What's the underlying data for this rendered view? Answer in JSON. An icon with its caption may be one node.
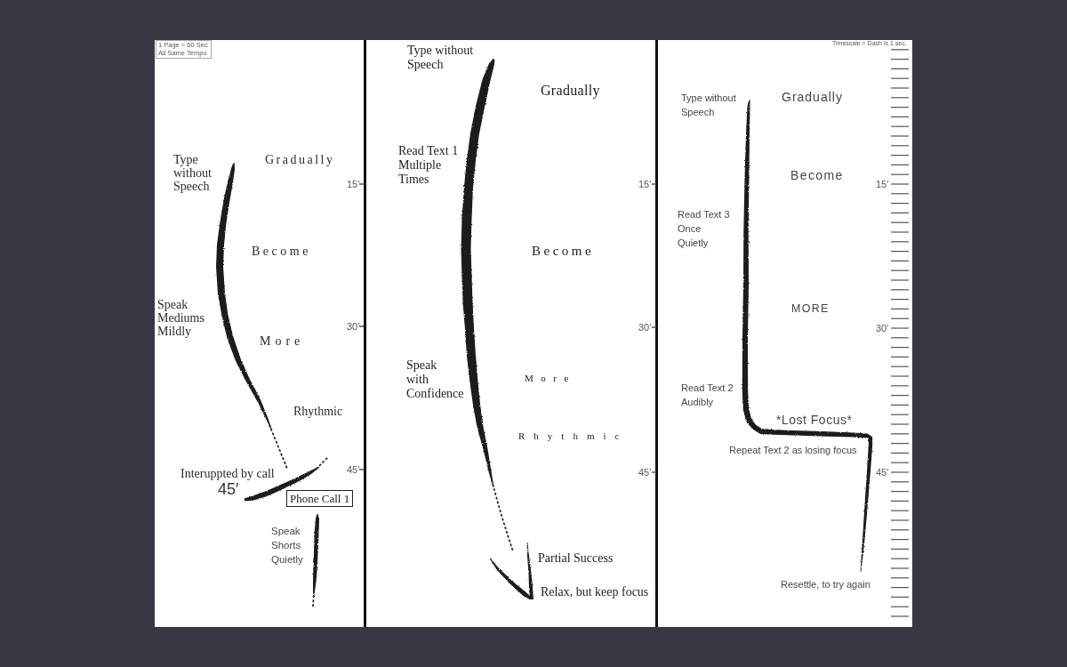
{
  "diagram": {
    "nodes": [
      {
        "text": [
          "1 Page = 60 Sec",
          "All Same Tempo"
        ]
      },
      {
        "text": [
          "Phone Call 1"
        ]
      }
    ],
    "labels": [
      "Type without Speech",
      "Gradually",
      "15′",
      "Become",
      "Speak Mediums Mildly",
      "30′",
      "More",
      "Rhythmic",
      "Interuppted by call",
      "45′",
      "45′",
      "Speak Shorts Quietly",
      "Type without Speech",
      "Gradually",
      "Read Text 1 Multiple Times",
      "15′",
      "Become",
      "30′",
      "Speak with Confidence",
      "More",
      "Rhythmic",
      "45′",
      "Partial Success",
      "Relax, but keep focus",
      "Timescale = Dash is 1 sec.",
      "Type without Speech",
      "Gradually",
      "Become",
      "15′",
      "Read Text 3 Once Quietly",
      "MORE",
      "30′",
      "Read Text 2 Audibly",
      "*Lost Focus*",
      "Repeat Text 2 as losing focus",
      "45′",
      "Resettle, to try again"
    ]
  }
}
